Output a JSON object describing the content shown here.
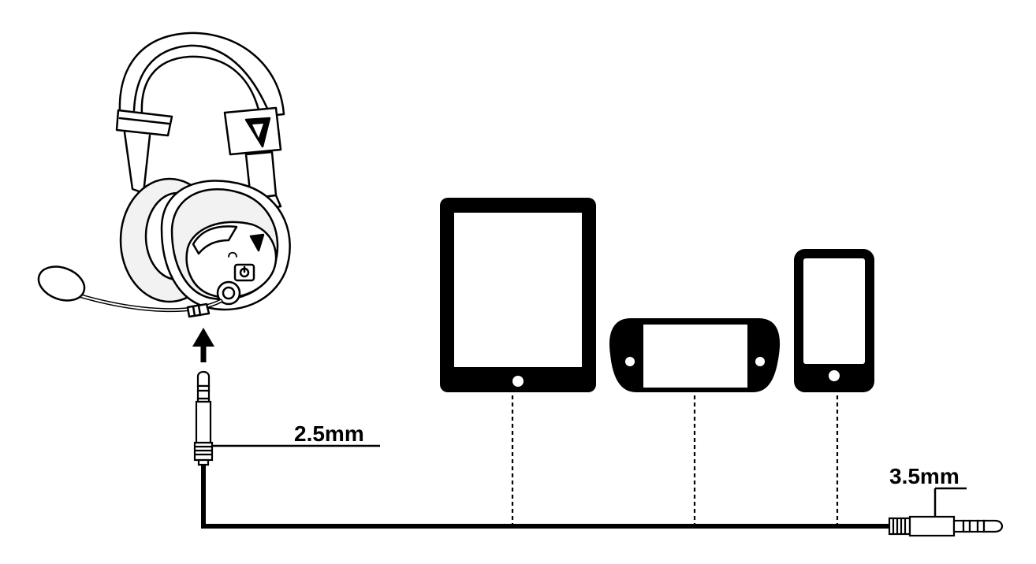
{
  "labels": {
    "small_plug": "2.5mm",
    "large_plug": "3.5mm"
  },
  "devices": [
    {
      "name": "tablet-device"
    },
    {
      "name": "handheld-console-device"
    },
    {
      "name": "smartphone-device"
    }
  ],
  "colors": {
    "ink": "#000000",
    "paper": "#ffffff",
    "headset_fill": "#f2f2f2"
  }
}
